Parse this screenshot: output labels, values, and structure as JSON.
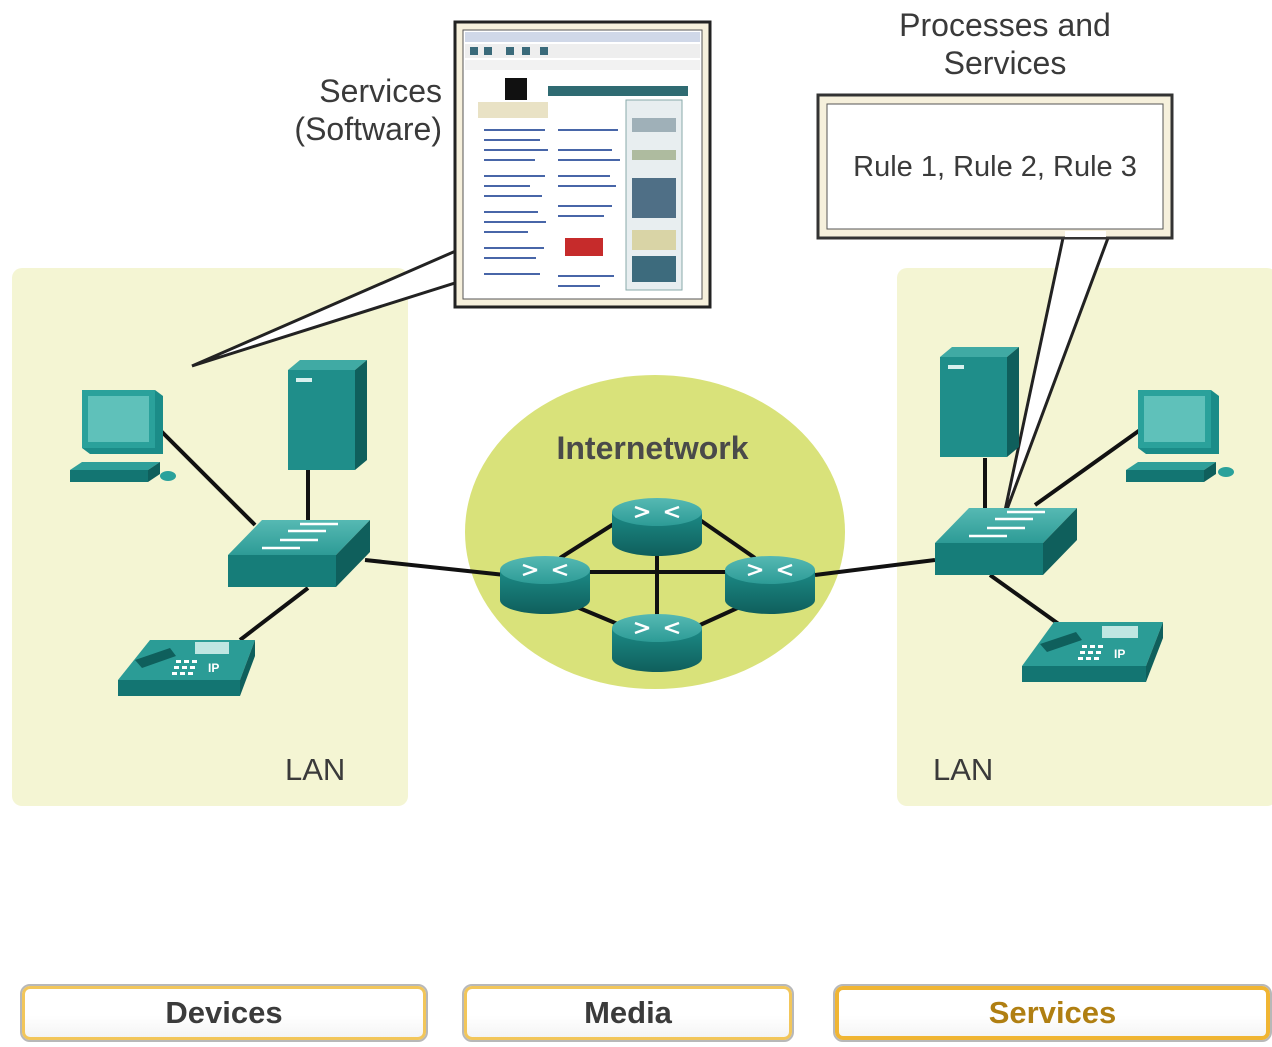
{
  "labels": {
    "services_software_line1": "Services",
    "services_software_line2": "(Software)",
    "processes_line1": "Processes and",
    "processes_line2": "Services",
    "rules": "Rule 1, Rule 2, Rule 3",
    "internetwork": "Internetwork",
    "lan_left": "LAN",
    "lan_right": "LAN",
    "phone_left_tag": "IP",
    "phone_right_tag": "IP"
  },
  "tabs": {
    "devices": "Devices",
    "media": "Media",
    "services": "Services",
    "active": "services"
  },
  "colors": {
    "lan_zone": "#f4f5d3",
    "cloud": "#d9e27a",
    "device_teal": "#1e8f8b",
    "active_tab_text": "#b07f12"
  }
}
